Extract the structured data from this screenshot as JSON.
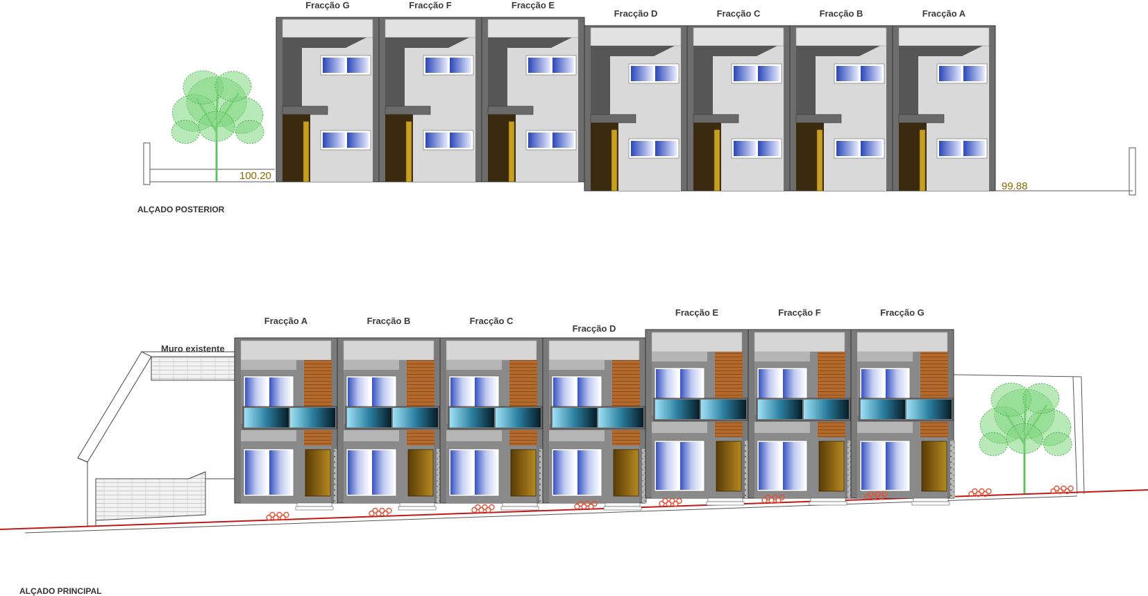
{
  "rear_elevation": {
    "title": "ALÇADO POSTERIOR",
    "level_left": "100.20",
    "level_right": "99.88",
    "units": [
      "Fracção G",
      "Fracção F",
      "Fracção E",
      "Fracção D",
      "Fracção C",
      "Fracção B",
      "Fracção A"
    ]
  },
  "main_elevation": {
    "title": "ALÇADO PRINCIPAL",
    "wall_label": "Muro existente",
    "units": [
      "Fracção A",
      "Fracção B",
      "Fracção C",
      "Fracção D",
      "Fracção E",
      "Fracção F",
      "Fracção G"
    ]
  },
  "colors": {
    "facade": "#d9d9d9",
    "frame": "#707070",
    "glass_blue": "#2a46b8",
    "wood": "#b06a2a",
    "door": "#6b4a10",
    "tree": "#5fc45f",
    "ground_line": "#c01818",
    "shrub": "#e0553a"
  }
}
